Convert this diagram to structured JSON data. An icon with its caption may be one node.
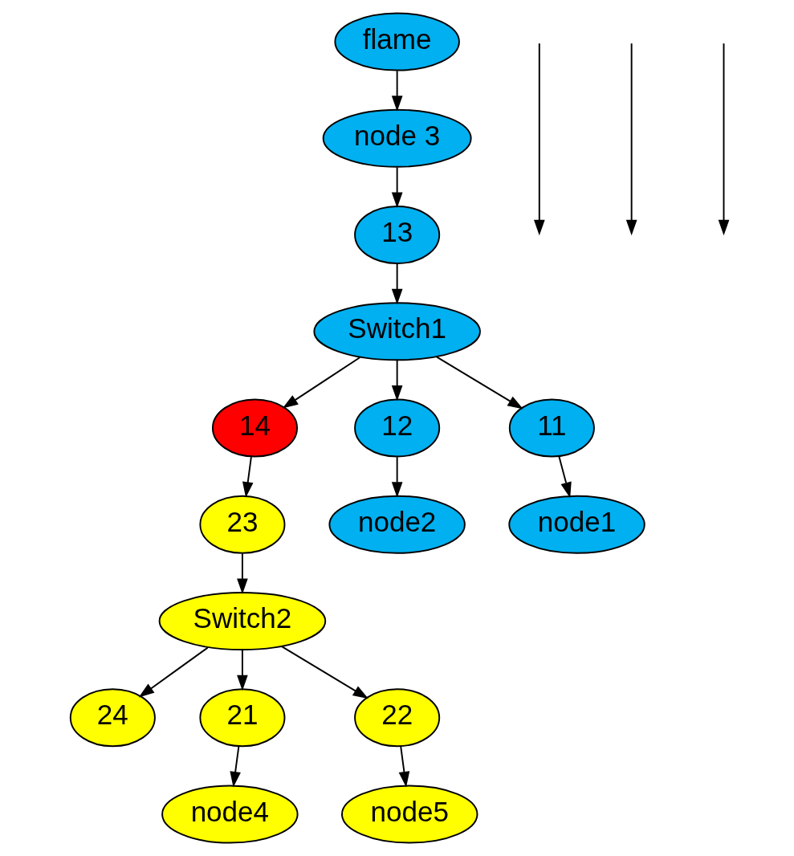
{
  "diagram": {
    "nodes": [
      {
        "text": [
          "flame"
        ]
      },
      {
        "text": [
          "node 3"
        ]
      },
      {
        "text": [
          "13"
        ]
      },
      {
        "text": [
          "Switch1"
        ]
      },
      {
        "text": [
          "14"
        ]
      },
      {
        "text": [
          "12"
        ]
      },
      {
        "text": [
          "11"
        ]
      },
      {
        "text": [
          "node2"
        ]
      },
      {
        "text": [
          "node1"
        ]
      },
      {
        "text": [
          "23"
        ]
      },
      {
        "text": [
          "Switch2"
        ]
      },
      {
        "text": [
          "24"
        ]
      },
      {
        "text": [
          "21"
        ]
      },
      {
        "text": [
          "22"
        ]
      },
      {
        "text": [
          "node4"
        ]
      },
      {
        "text": [
          "node5"
        ]
      }
    ],
    "edges": [
      {
        "from": 0,
        "to": 1,
        "arrow": "to"
      },
      {
        "from": 1,
        "to": 2,
        "arrow": "to"
      },
      {
        "from": 2,
        "to": 3,
        "arrow": "to"
      },
      {
        "from": 3,
        "to": 4,
        "arrow": "to"
      },
      {
        "from": 3,
        "to": 6,
        "arrow": "to"
      },
      {
        "from": 3,
        "to": 5,
        "arrow": "to"
      },
      {
        "from": 5,
        "to": 7,
        "arrow": "to"
      },
      {
        "from": 6,
        "to": 8,
        "arrow": "to"
      },
      {
        "from": 4,
        "to": 9,
        "arrow": "to"
      },
      {
        "from": 9,
        "to": 10,
        "arrow": "to"
      },
      {
        "from": 10,
        "to": 11,
        "arrow": "to"
      },
      {
        "from": 10,
        "to": 12,
        "arrow": "to"
      },
      {
        "from": 10,
        "to": 13,
        "arrow": "to"
      },
      {
        "from": 12,
        "to": 14,
        "arrow": "to"
      },
      {
        "from": 13,
        "to": 15,
        "arrow": "to"
      }
    ]
  }
}
